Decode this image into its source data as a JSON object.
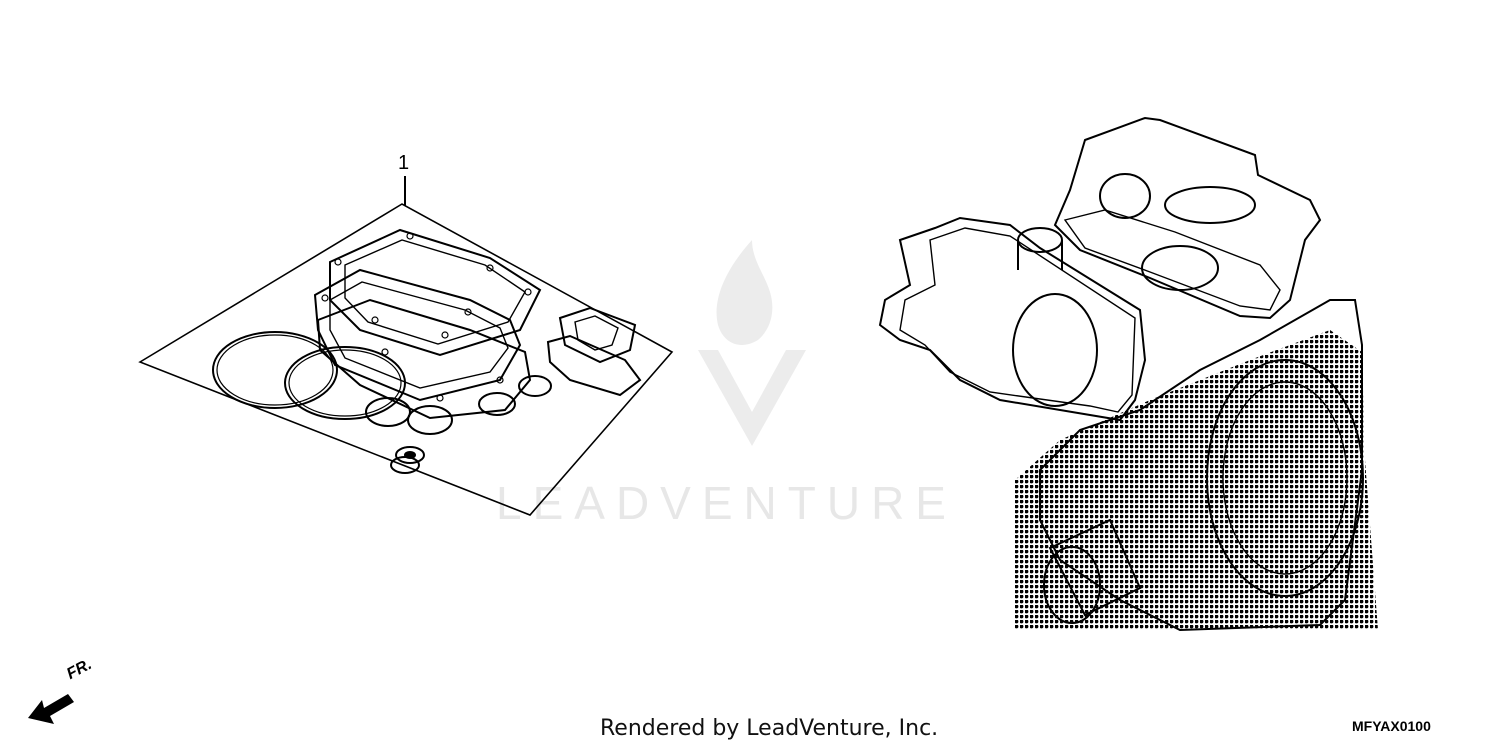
{
  "diagram": {
    "callout_number": "1",
    "credit_text": "Rendered by LeadVenture, Inc.",
    "diagram_code": "MFYAX0100",
    "direction_label": "FR."
  },
  "watermark": {
    "text": "LEADVENTURE"
  }
}
